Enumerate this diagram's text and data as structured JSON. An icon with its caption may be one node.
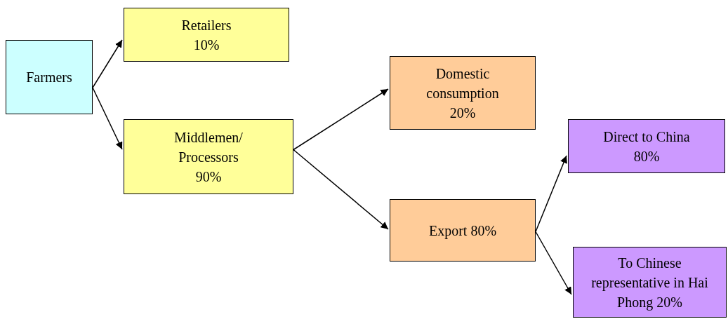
{
  "diagram": {
    "nodes": [
      {
        "text": [
          "Farmers"
        ]
      },
      {
        "text": [
          "Retailers 10%"
        ]
      },
      {
        "text": [
          "Middlemen/ Processors 90%"
        ]
      },
      {
        "text": [
          "Domestic consumption 20%"
        ]
      },
      {
        "text": [
          "Export 80%"
        ]
      },
      {
        "text": [
          "Direct to China 80%"
        ]
      },
      {
        "text": [
          "To Chinese representative in Hai Phong 20%"
        ]
      }
    ],
    "edges": [
      {
        "from": 0,
        "to": 1,
        "arrow": "to"
      },
      {
        "from": 0,
        "to": 2,
        "arrow": "to"
      },
      {
        "from": 2,
        "to": 3,
        "arrow": "to"
      },
      {
        "from": 2,
        "to": 4,
        "arrow": "to"
      },
      {
        "from": 4,
        "to": 5,
        "arrow": "to"
      },
      {
        "from": 4,
        "to": 6,
        "arrow": "to"
      }
    ]
  }
}
